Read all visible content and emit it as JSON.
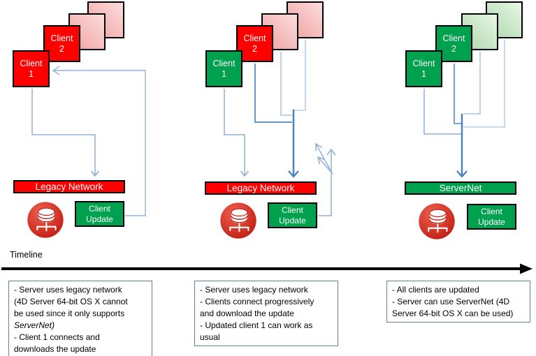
{
  "colors": {
    "client_red": "#fe0000",
    "client_green": "#00a14e",
    "client_pink_gradient": [
      "#fcdddd",
      "#efa0a0"
    ],
    "client_lightgreen_gradient": [
      "#eaf6e6",
      "#abd8ab"
    ],
    "network_legacy_bar": "#fe0000",
    "network_servernet_bar": "#00a14e",
    "connector_blue_light": "#8fb0d6",
    "connector_blue_dark": "#4f81bd",
    "caption_border": "#5f7f9e",
    "server_icon_red": "#c21f14",
    "timeline_arrow": "#000000"
  },
  "icons": {
    "server": "server-database-icon"
  },
  "timeline": {
    "label": "Timeline"
  },
  "panels": [
    {
      "client1": "Client 1",
      "client2": "Client 2",
      "square_states": [
        "red",
        "red",
        "pink",
        "pink"
      ],
      "network": "Legacy Network",
      "update": "Client Update",
      "caption": [
        "- Server uses legacy network",
        "(4D Server 64-bit OS X cannot",
        "be used since it only  supports",
        "ServerNet)",
        "- Client 1 connects and",
        "downloads the update"
      ]
    },
    {
      "client1": "Client 1",
      "client2": "Client 2",
      "square_states": [
        "green",
        "red",
        "pink",
        "pink"
      ],
      "network": "Legacy Network",
      "update": "Client Update",
      "caption": [
        "- Server uses legacy network",
        "- Clients connect progressively",
        "and download the update",
        "- Updated client 1 can work as",
        "usual"
      ]
    },
    {
      "client1": "Client 1",
      "client2": "Client 2",
      "square_states": [
        "green",
        "green",
        "lightgreen",
        "lightgreen"
      ],
      "network": "ServerNet",
      "update": "Client Update",
      "caption": [
        "- All  clients are updated",
        "- Server can use ServerNet (4D",
        "Server 64-bit OS X can be used)"
      ]
    }
  ]
}
